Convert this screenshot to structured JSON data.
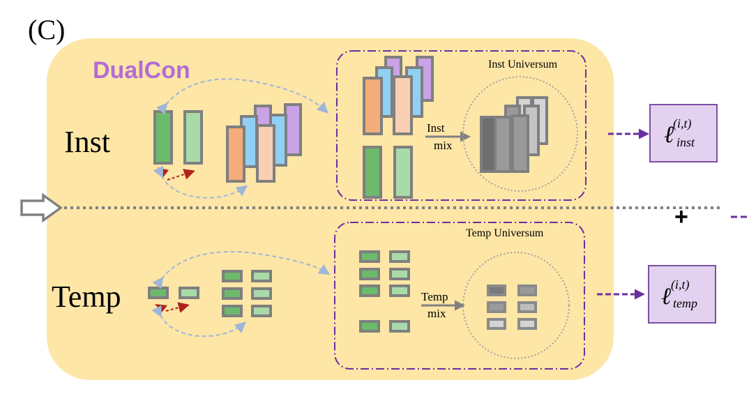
{
  "panel_label": "(C)",
  "title": "DualCon",
  "rows": {
    "inst": {
      "label": "Inst",
      "universum_label": "Inst Universum",
      "mix_label_line1": "Inst",
      "mix_label_line2": "mix",
      "loss_base": "ℓ",
      "loss_sup": "(i,t)",
      "loss_sub": "inst"
    },
    "temp": {
      "label": "Temp",
      "universum_label": "Temp Universum",
      "mix_label_line1": "Temp",
      "mix_label_line2": "mix",
      "loss_base": "ℓ",
      "loss_sup": "(i,t)",
      "loss_sub": "temp"
    }
  },
  "plus_sign": "+",
  "colors": {
    "panel_bg": "#fde6a6",
    "title": "#b46cd6",
    "dash_purple": "#6a2fa0",
    "loss_box_fill": "#e2d2f0",
    "loss_box_stroke": "#7b4fa5",
    "green_dark": "#6cba6c",
    "green_light": "#a9dba8",
    "orange": "#f4ac7a",
    "peach": "#f9cfb3",
    "blue": "#8fd0f4",
    "purple": "#c9a3e6",
    "gray_dark": "#6e6e6e",
    "gray_mid": "#9a9a9a",
    "gray_light": "#d4d4d4",
    "cell_stroke": "#7f7f7f",
    "red_arrow": "#b0221a",
    "blue_arrow": "#9fb6d8"
  }
}
